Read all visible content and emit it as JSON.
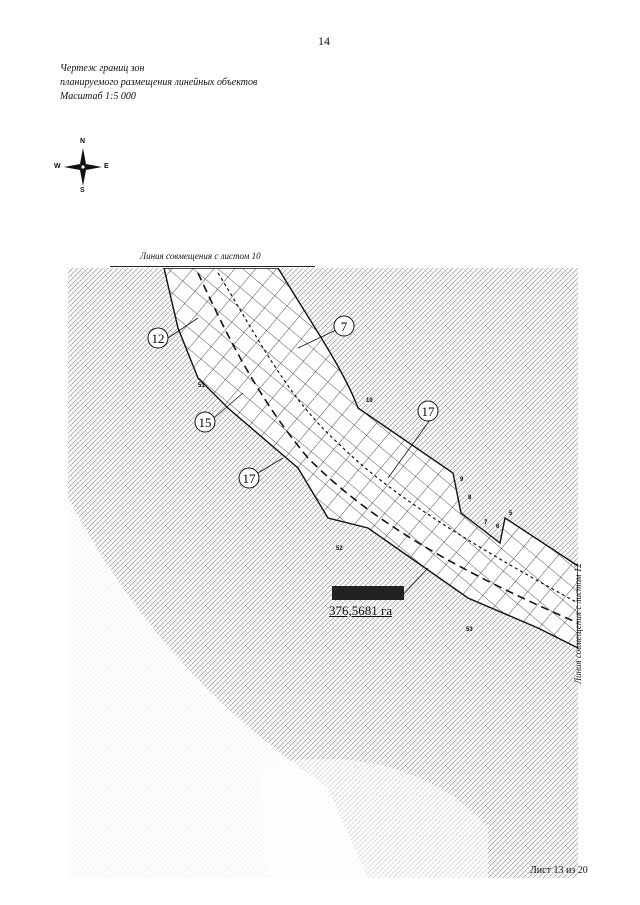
{
  "page_number": "14",
  "title": {
    "line1": "Чертеж  границ зон",
    "line2": "планируемого размещения линейных объектов",
    "line3": "Масштаб 1:5 000"
  },
  "compass": {
    "n": "N",
    "s": "S",
    "w": "W",
    "e": "E"
  },
  "match_lines": {
    "top": "Линия совмещения с листом 10",
    "right": "Линия совмещения с листом 12"
  },
  "zone_labels": [
    "12",
    "7",
    "15",
    "17",
    "17"
  ],
  "point_labels": [
    "51",
    "10",
    "9",
    "8",
    "7",
    "6",
    "5",
    "52",
    "53"
  ],
  "area": {
    "value": "376,5681 га"
  },
  "footer": "Лист 13  из 20"
}
